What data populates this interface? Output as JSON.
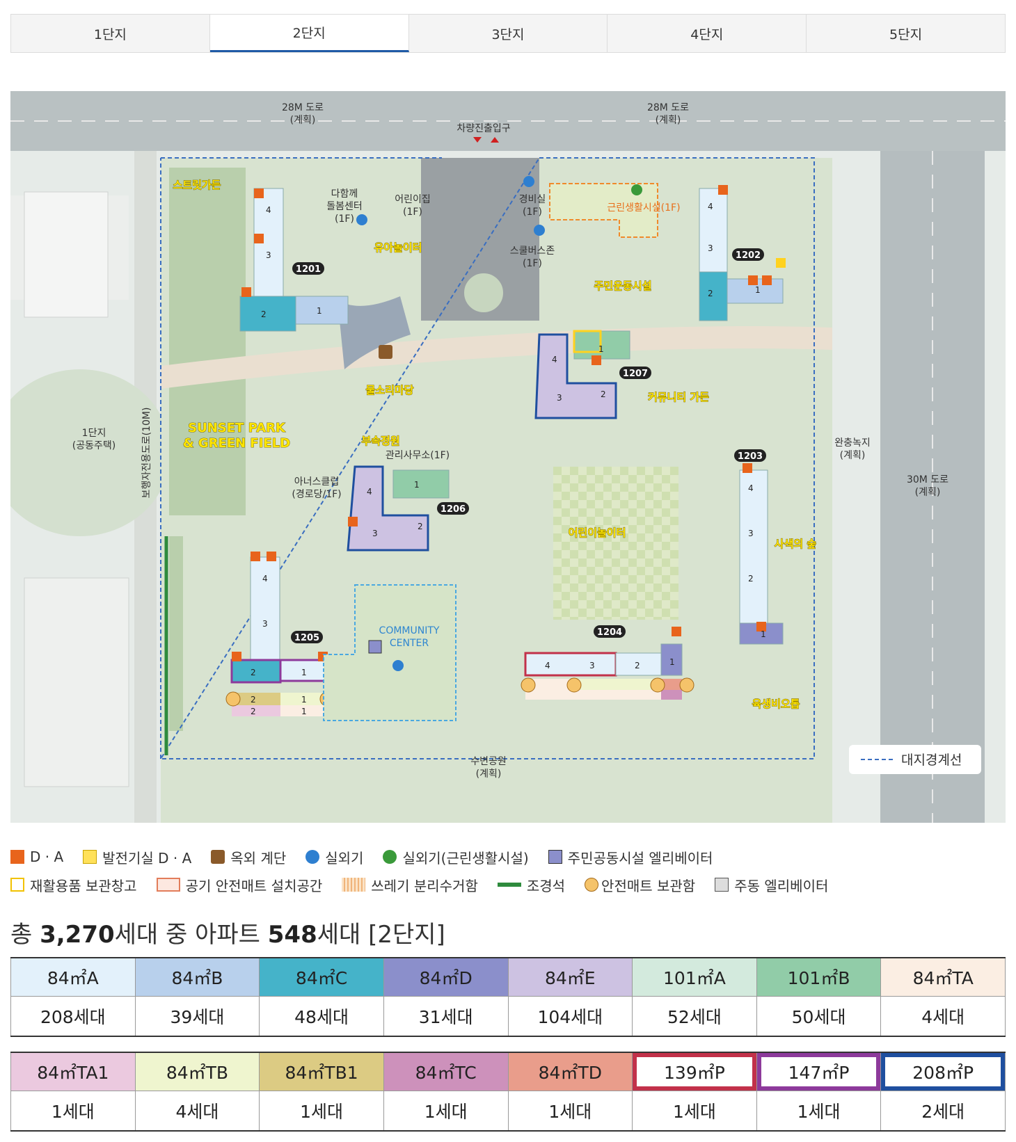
{
  "tabs": [
    {
      "label": "1단지",
      "active": false
    },
    {
      "label": "2단지",
      "active": true
    },
    {
      "label": "3단지",
      "active": false
    },
    {
      "label": "4단지",
      "active": false
    },
    {
      "label": "5단지",
      "active": false
    }
  ],
  "map": {
    "road_top_left": "28M 도로",
    "road_top_left_sub": "(계획)",
    "road_top_right": "28M 도로",
    "road_top_right_sub": "(계획)",
    "vehicle_entrance": "차량진출입구",
    "road_right": "30M 도로",
    "road_right_sub": "(계획)",
    "buffer_green": "완충녹지",
    "buffer_green_sub": "(계획)",
    "complex1": "1단지",
    "complex1_sub": "(공동주택)",
    "ped_road": "보행자전용도로(10M)",
    "waterside_park": "수변공원",
    "waterside_park_sub": "(계획)",
    "boundary_legend": "대지경계선",
    "street_garden": "스트릿가든",
    "care_center": "다함께",
    "care_center_2": "돌봄센터",
    "care_center_3": "(1F)",
    "daycare": "어린이집",
    "daycare_sub": "(1F)",
    "infant_playground": "유아놀이터",
    "guard_room": "경비실",
    "guard_room_sub": "(1F)",
    "school_bus": "스쿨버스존",
    "school_bus_sub": "(1F)",
    "neighborhood_facility": "근린생활시설(1F)",
    "exercise_facility": "주민운동시설",
    "water_sound_yard": "물소리마당",
    "community_garden": "커뮤니티 가든",
    "sunset_park": "SUNSET PARK",
    "green_field": "& GREEN FIELD",
    "sub_garden": "부속정원",
    "management_office": "관리사무소(1F)",
    "seniors_club": "아너스클럽",
    "seniors_club_sub": "(경로당/1F)",
    "kids_playground": "어린이놀이터",
    "four_season_forest": "사색의 숲",
    "biotope": "육생비오톱",
    "community_center": "COMMUNITY",
    "community_center_2": "CENTER",
    "buildings": [
      "1201",
      "1202",
      "1203",
      "1204",
      "1205",
      "1206",
      "1207"
    ]
  },
  "legend": {
    "row1": [
      {
        "label": "D · A",
        "icon": "orange-square-icon"
      },
      {
        "label": "발전기실 D · A",
        "icon": "yellow-square-icon"
      },
      {
        "label": "옥외 계단",
        "icon": "stairs-icon"
      },
      {
        "label": "실외기",
        "icon": "outdoor-unit-blue-icon"
      },
      {
        "label": "실외기(근린생활시설)",
        "icon": "outdoor-unit-green-icon"
      },
      {
        "label": "주민공동시설 엘리베이터",
        "icon": "community-elevator-icon"
      }
    ],
    "row2": [
      {
        "label": "재활용품 보관창고",
        "icon": "recycle-storage-icon"
      },
      {
        "label": "공기 안전매트 설치공간",
        "icon": "air-mat-space-icon"
      },
      {
        "label": "쓰레기 분리수거함",
        "icon": "trash-bin-icon"
      },
      {
        "label": "조경석",
        "icon": "landscape-stone-icon"
      },
      {
        "label": "안전매트 보관함",
        "icon": "safety-mat-storage-icon"
      },
      {
        "label": "주동 엘리베이터",
        "icon": "building-elevator-icon"
      }
    ]
  },
  "summary": {
    "prefix": "총 ",
    "total": "3,270",
    "mid": "세대 중 아파트 ",
    "apt": "548",
    "suffix": "세대 [2단지]"
  },
  "units_row1": [
    {
      "type": "84㎡A",
      "count": "208세대",
      "color": "#e3f1fb"
    },
    {
      "type": "84㎡B",
      "count": "39세대",
      "color": "#b8d0ec"
    },
    {
      "type": "84㎡C",
      "count": "48세대",
      "color": "#45b3c9"
    },
    {
      "type": "84㎡D",
      "count": "31세대",
      "color": "#8b8fcb"
    },
    {
      "type": "84㎡E",
      "count": "104세대",
      "color": "#cdc2e2"
    },
    {
      "type": "101㎡A",
      "count": "52세대",
      "color": "#d3eadd"
    },
    {
      "type": "101㎡B",
      "count": "50세대",
      "color": "#91cca8"
    },
    {
      "type": "84㎡TA",
      "count": "4세대",
      "color": "#fbeee3"
    }
  ],
  "units_row2": [
    {
      "type": "84㎡TA1",
      "count": "1세대",
      "color": "#ebc9df"
    },
    {
      "type": "84㎡TB",
      "count": "4세대",
      "color": "#eff5cf"
    },
    {
      "type": "84㎡TB1",
      "count": "1세대",
      "color": "#dccb83"
    },
    {
      "type": "84㎡TC",
      "count": "1세대",
      "color": "#cd91bb"
    },
    {
      "type": "84㎡TD",
      "count": "1세대",
      "color": "#e99d8b"
    },
    {
      "type": "139㎡P",
      "count": "1세대",
      "color": "#ffffff",
      "border": "#c2314a"
    },
    {
      "type": "147㎡P",
      "count": "1세대",
      "color": "#ffffff",
      "border": "#8d3a9b"
    },
    {
      "type": "208㎡P",
      "count": "2세대",
      "color": "#ffffff",
      "border": "#1f4f9f"
    }
  ]
}
